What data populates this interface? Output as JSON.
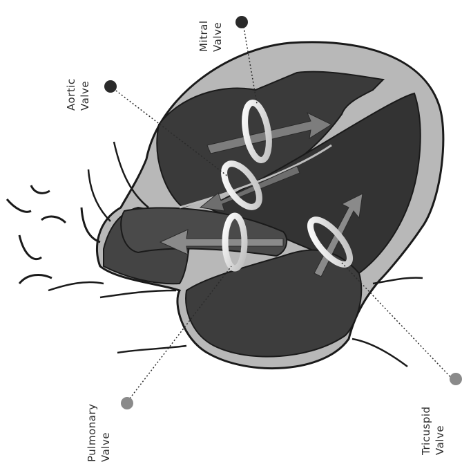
{
  "labels": {
    "mitral": {
      "line1": "Mitral",
      "line2": "Valve"
    },
    "aortic": {
      "line1": "Aortic",
      "line2": "Valve"
    },
    "pulmonary": {
      "line1": "Pulmonary",
      "line2": "Valve"
    },
    "tricuspid": {
      "line1": "Tricuspid",
      "line2": "Valve"
    }
  },
  "colors": {
    "background": "#ffffff",
    "outline": "#1a1a1a",
    "heart_wall": "#b8b8b8",
    "chamber_dark": "#3a3a3a",
    "chamber_mid": "#4a4a4a",
    "arrow_fill": "#7d7d7d",
    "valve_ring": "#e6e6e6",
    "marker_dark": "#2a2a2a",
    "marker_mid": "#8a8a8a"
  }
}
